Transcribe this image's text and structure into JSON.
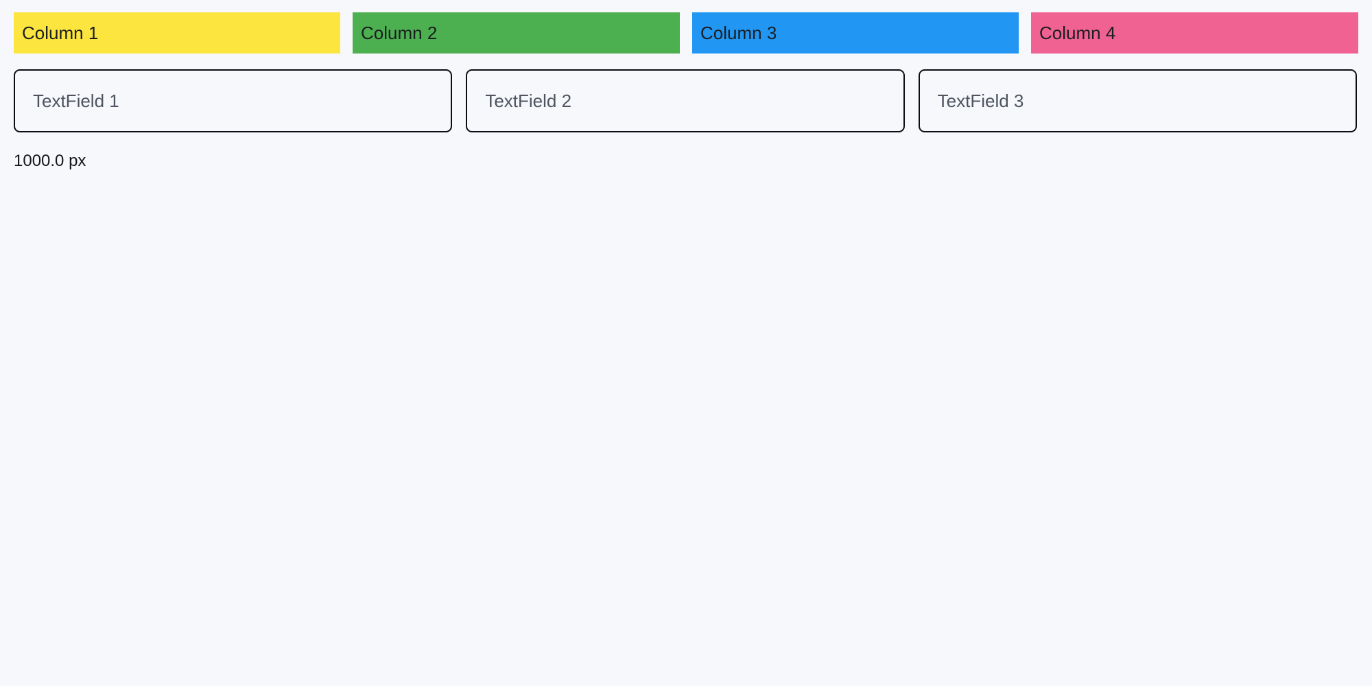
{
  "page": {
    "background_color": "#f7f8fc",
    "text_color": "#14161a"
  },
  "columns_row": {
    "items": [
      {
        "label": "Column 1",
        "color": "#fbe53e",
        "text_color": "#1b1d21"
      },
      {
        "label": "Column 2",
        "color": "#4caf50",
        "text_color": "#1b1d21"
      },
      {
        "label": "Column 3",
        "color": "#2196f3",
        "text_color": "#1b1d21"
      },
      {
        "label": "Column 4",
        "color": "#f06292",
        "text_color": "#1b1d21"
      }
    ]
  },
  "textfields_row": {
    "fields": [
      {
        "placeholder": "TextField 1",
        "value": ""
      },
      {
        "placeholder": "TextField 2",
        "value": ""
      },
      {
        "placeholder": "TextField 3",
        "value": ""
      }
    ],
    "border_color": "#0b0d12",
    "placeholder_color": "#4d545f"
  },
  "size_readout": {
    "text": "1000.0 px"
  }
}
